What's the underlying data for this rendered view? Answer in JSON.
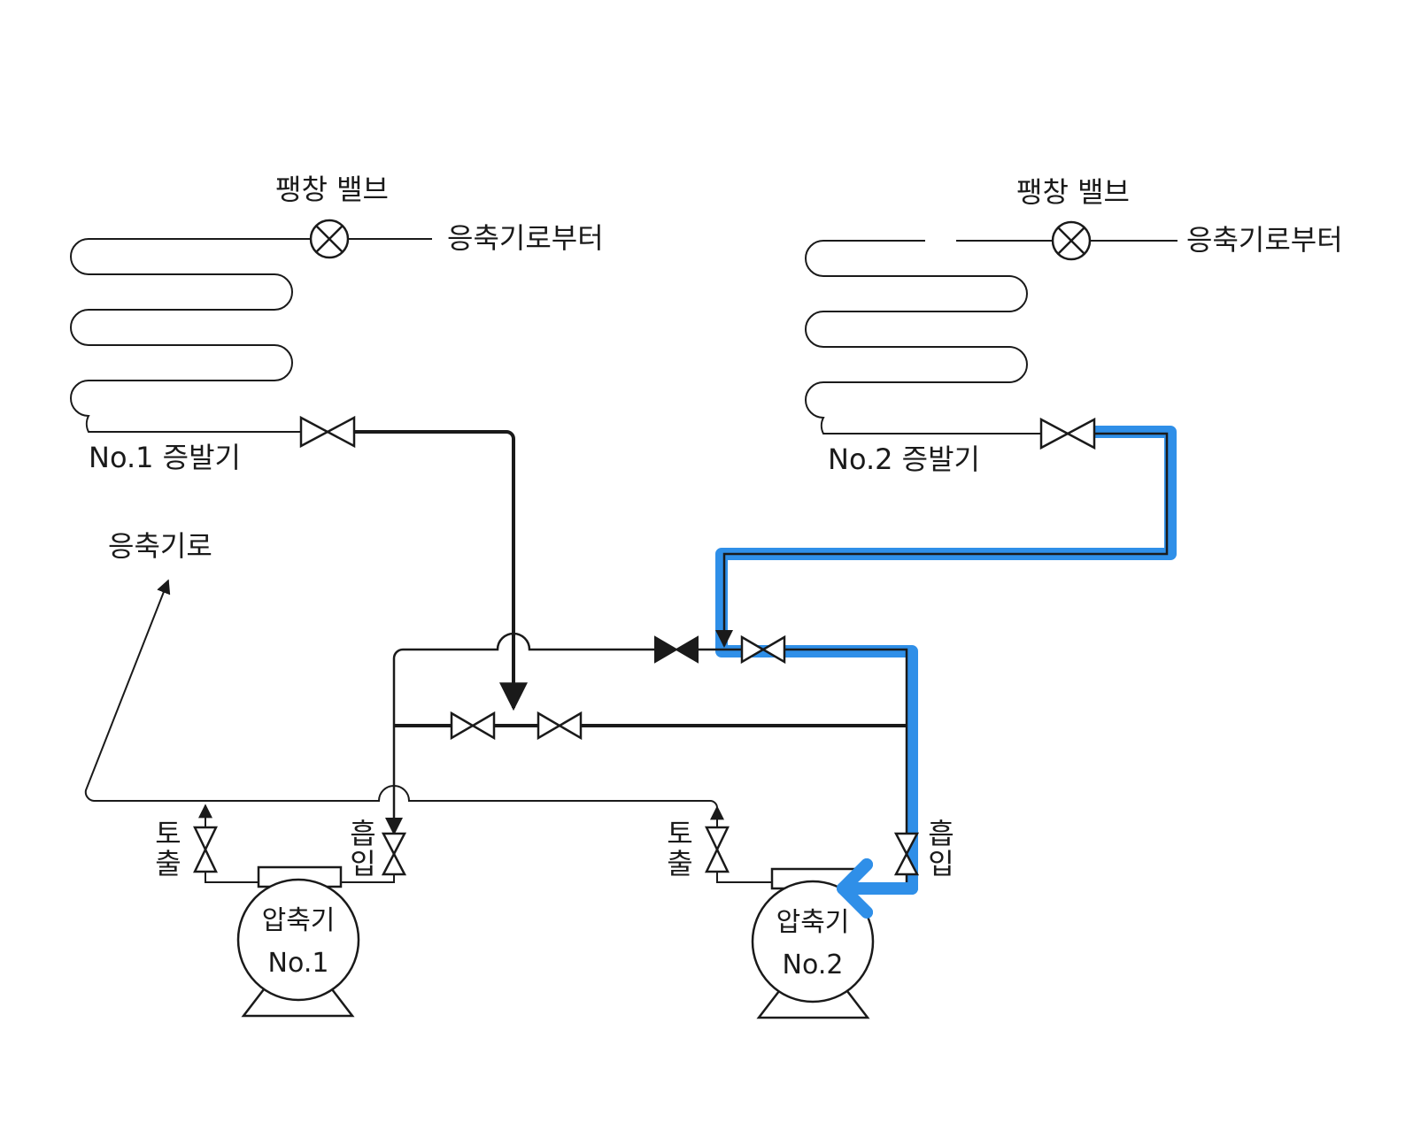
{
  "labels": {
    "expansion_valve_1": "팽창 밸브",
    "expansion_valve_2": "팽창 밸브",
    "from_condenser_1": "응축기로부터",
    "from_condenser_2": "응축기로부터",
    "evaporator_1": "No.1 증발기",
    "evaporator_2": "No.2 증발기",
    "to_condenser": "응축기로",
    "discharge_1_top": "토",
    "discharge_1_bottom": "출",
    "suction_1_top": "흡",
    "suction_1_bottom": "입",
    "discharge_2_top": "토",
    "discharge_2_bottom": "출",
    "suction_2_top": "흡",
    "suction_2_bottom": "입",
    "compressor_1_name": "압축기",
    "compressor_1_number": "No.1",
    "compressor_2_name": "압축기",
    "compressor_2_number": "No.2"
  },
  "colors": {
    "highlight_path": "#2f8fe8",
    "line": "#1a1a1a",
    "background": "#ffffff"
  }
}
